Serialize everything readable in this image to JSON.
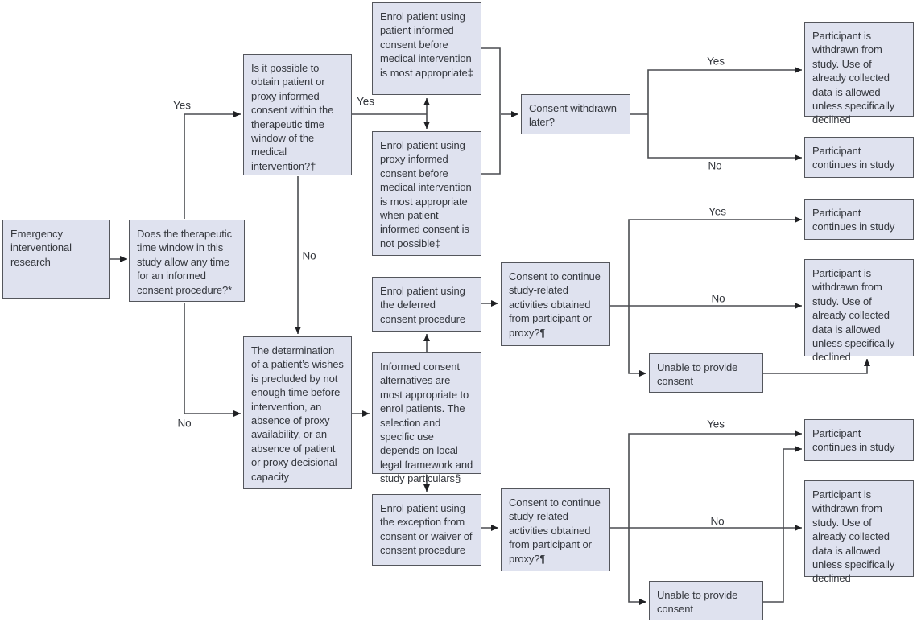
{
  "colors": {
    "node_fill": "#dfe2ef",
    "node_border": "#54565c",
    "connector": "#4a4c50",
    "arrowhead": "#1f2023",
    "text": "#34373d",
    "background": "#ffffff"
  },
  "nodes": {
    "emergency": "Emergency interventional research",
    "time_window": "Does the therapeutic time window in this study allow any time for an informed consent procedure?*",
    "obtain_consent": "Is it possible to obtain patient or proxy informed consent within the therapeutic time window of the medical intervention?†",
    "enrol_patient_consent": "Enrol patient using patient informed consent before medical intervention is most appropriate‡",
    "enrol_proxy_consent": "Enrol patient using proxy informed consent before medical intervention is most appropriate when patient informed consent is not possible‡",
    "consent_withdrawn": "Consent withdrawn later?",
    "participant_withdrawn_top": "Participant is withdrawn from study. Use of already collected data is allowed unless specifically declined",
    "participant_continues_top": "Participant continues in study",
    "determination": "The determination of a patient’s wishes is precluded by not enough time before intervention, an absence of proxy availability, or an absence of patient or proxy decisional capacity",
    "enrol_deferred": "Enrol patient using the deferred consent procedure",
    "alternatives": "Informed consent alternatives are most appropriate to enrol patients. The selection and specific use depends on local legal framework and study particulars§",
    "enrol_exception": "Enrol patient using the exception from consent or waiver of consent procedure",
    "consent_continue_mid": "Consent to continue study-related activities obtained from participant or proxy?¶",
    "unable_mid": "Unable to provide consent",
    "participant_continues_mid": "Participant continues in study",
    "participant_withdrawn_mid": "Participant is withdrawn from study. Use of already collected data is allowed unless specifically declined",
    "consent_continue_bottom": "Consent to continue study-related activities obtained from participant or proxy?¶",
    "unable_bottom": "Unable to provide consent",
    "participant_continues_bottom": "Participant continues in study",
    "participant_withdrawn_bottom": "Participant is withdrawn from study. Use of already collected data is allowed unless specifically declined"
  },
  "edge_labels": {
    "time_window_yes": "Yes",
    "time_window_no": "No",
    "obtain_yes": "Yes",
    "obtain_no": "No",
    "withdrawn_yes": "Yes",
    "withdrawn_no": "No",
    "continue_mid_yes": "Yes",
    "continue_mid_no": "No",
    "continue_bottom_yes": "Yes",
    "continue_bottom_no": "No"
  }
}
